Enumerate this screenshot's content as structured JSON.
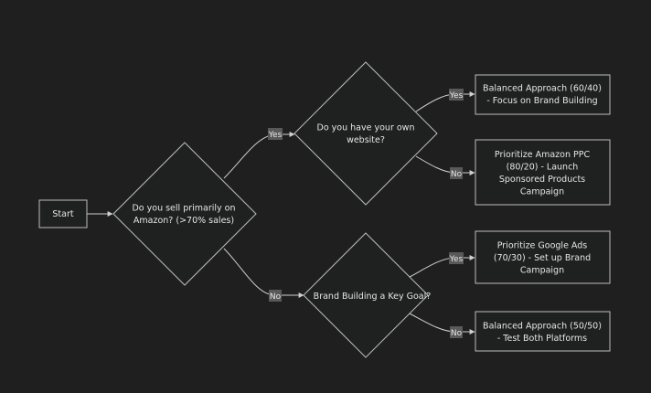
{
  "nodes": {
    "start": {
      "lines": [
        "Start"
      ]
    },
    "q_amazon": {
      "lines": [
        "Do you sell primarily on",
        "Amazon? (>70% sales)"
      ]
    },
    "q_website": {
      "lines": [
        "Do you have your own",
        "website?"
      ]
    },
    "q_brand": {
      "lines": [
        "Brand Building a Key Goal?"
      ]
    },
    "r_balanced_60": {
      "lines": [
        "Balanced Approach (60/40)",
        "- Focus on Brand Building"
      ]
    },
    "r_amazon_ppc": {
      "lines": [
        "Prioritize Amazon PPC",
        "(80/20) - Launch",
        "Sponsored Products",
        "Campaign"
      ]
    },
    "r_google_ads": {
      "lines": [
        "Prioritize Google Ads",
        "(70/30) - Set up Brand",
        "Campaign"
      ]
    },
    "r_balanced_50": {
      "lines": [
        "Balanced Approach (50/50)",
        "- Test Both Platforms"
      ]
    }
  },
  "edges": {
    "amazon_yes": "Yes",
    "amazon_no": "No",
    "website_yes": "Yes",
    "website_no": "No",
    "brand_yes": "Yes",
    "brand_no": "No"
  }
}
